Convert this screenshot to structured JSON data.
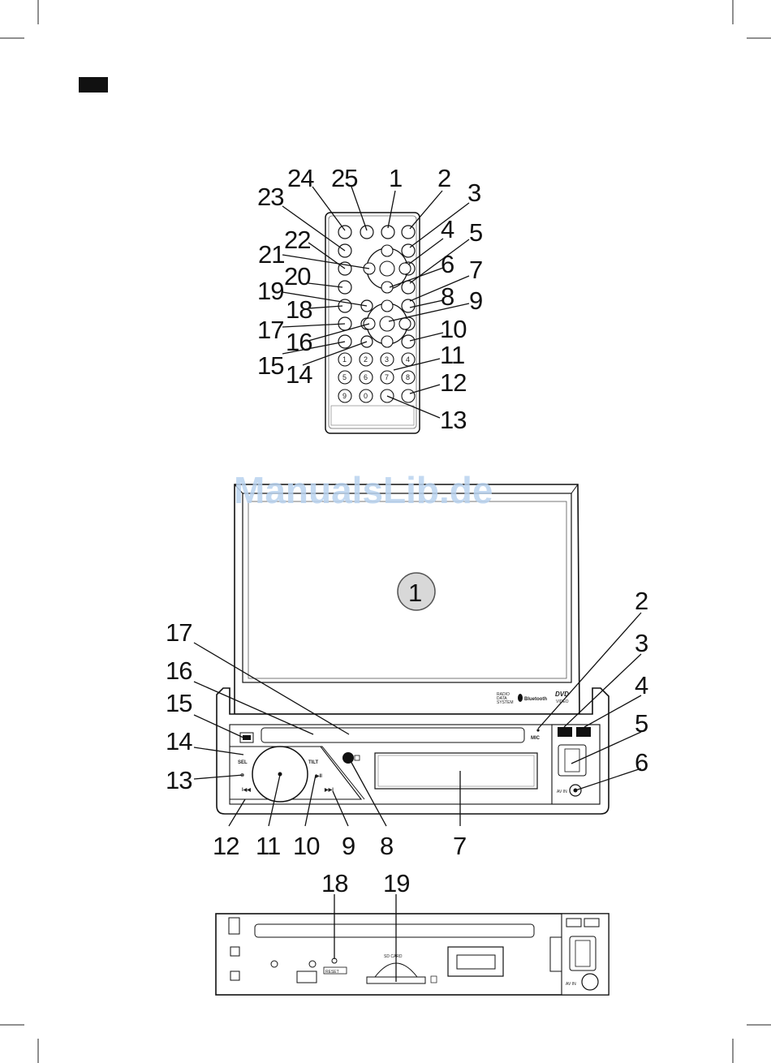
{
  "watermark": "ManualsLib.de",
  "remote_callouts": [
    "1",
    "2",
    "3",
    "4",
    "5",
    "6",
    "7",
    "8",
    "9",
    "10",
    "11",
    "12",
    "13",
    "14",
    "15",
    "16",
    "17",
    "18",
    "19",
    "20",
    "21",
    "22",
    "23",
    "24",
    "25"
  ],
  "remote_keypad": [
    "1",
    "2",
    "3",
    "4",
    "5",
    "6",
    "7",
    "8",
    "9",
    "0"
  ],
  "front_callouts": [
    "1",
    "2",
    "3",
    "4",
    "5",
    "6",
    "7",
    "8",
    "9",
    "10",
    "11",
    "12",
    "13",
    "14",
    "15",
    "16",
    "17"
  ],
  "front_labels": {
    "mic": "MIC",
    "sel": "SEL",
    "tilt": "TILT",
    "avin": "AV IN",
    "rds": [
      "RADIO",
      "DATA",
      "SYSTEM"
    ],
    "bluetooth": "Bluetooth",
    "dvd": "DVD",
    "dvd_sub": "VIDEO"
  },
  "back_callouts": [
    "18",
    "19"
  ],
  "back_labels": {
    "reset": "RESET",
    "sdcard": "SD CARD",
    "avin": "AV IN"
  }
}
